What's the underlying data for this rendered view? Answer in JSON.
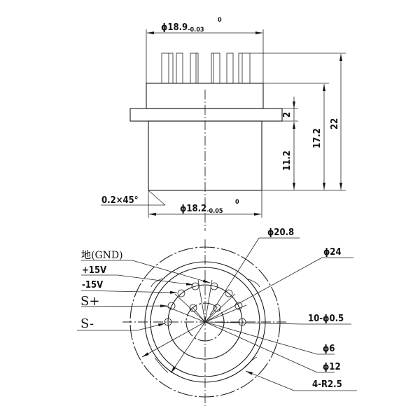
{
  "side_view": {
    "top_width_dim": {
      "symbol": "ϕ",
      "value": "18.9",
      "upper_tol": "0",
      "lower_tol": "-0.03"
    },
    "bottom_width_dim": {
      "symbol": "ϕ",
      "value": "18.2",
      "upper_tol": "0",
      "lower_tol": "-0.05"
    },
    "chamfer": "0.2×45°",
    "heights": {
      "flange": "2",
      "body": "11.2",
      "mid": "17.2",
      "total": "22"
    }
  },
  "bottom_view": {
    "pin_labels": {
      "gnd": "地(GND)",
      "plus15": "+15V",
      "minus15": "-15V",
      "s_plus": "S+",
      "s_minus": "S-"
    },
    "dims": {
      "d208": "ϕ20.8",
      "d24": "ϕ24",
      "holes": "10-ϕ0.5",
      "d6": "ϕ6",
      "d12": "ϕ12",
      "radius": "4-R2.5"
    }
  }
}
